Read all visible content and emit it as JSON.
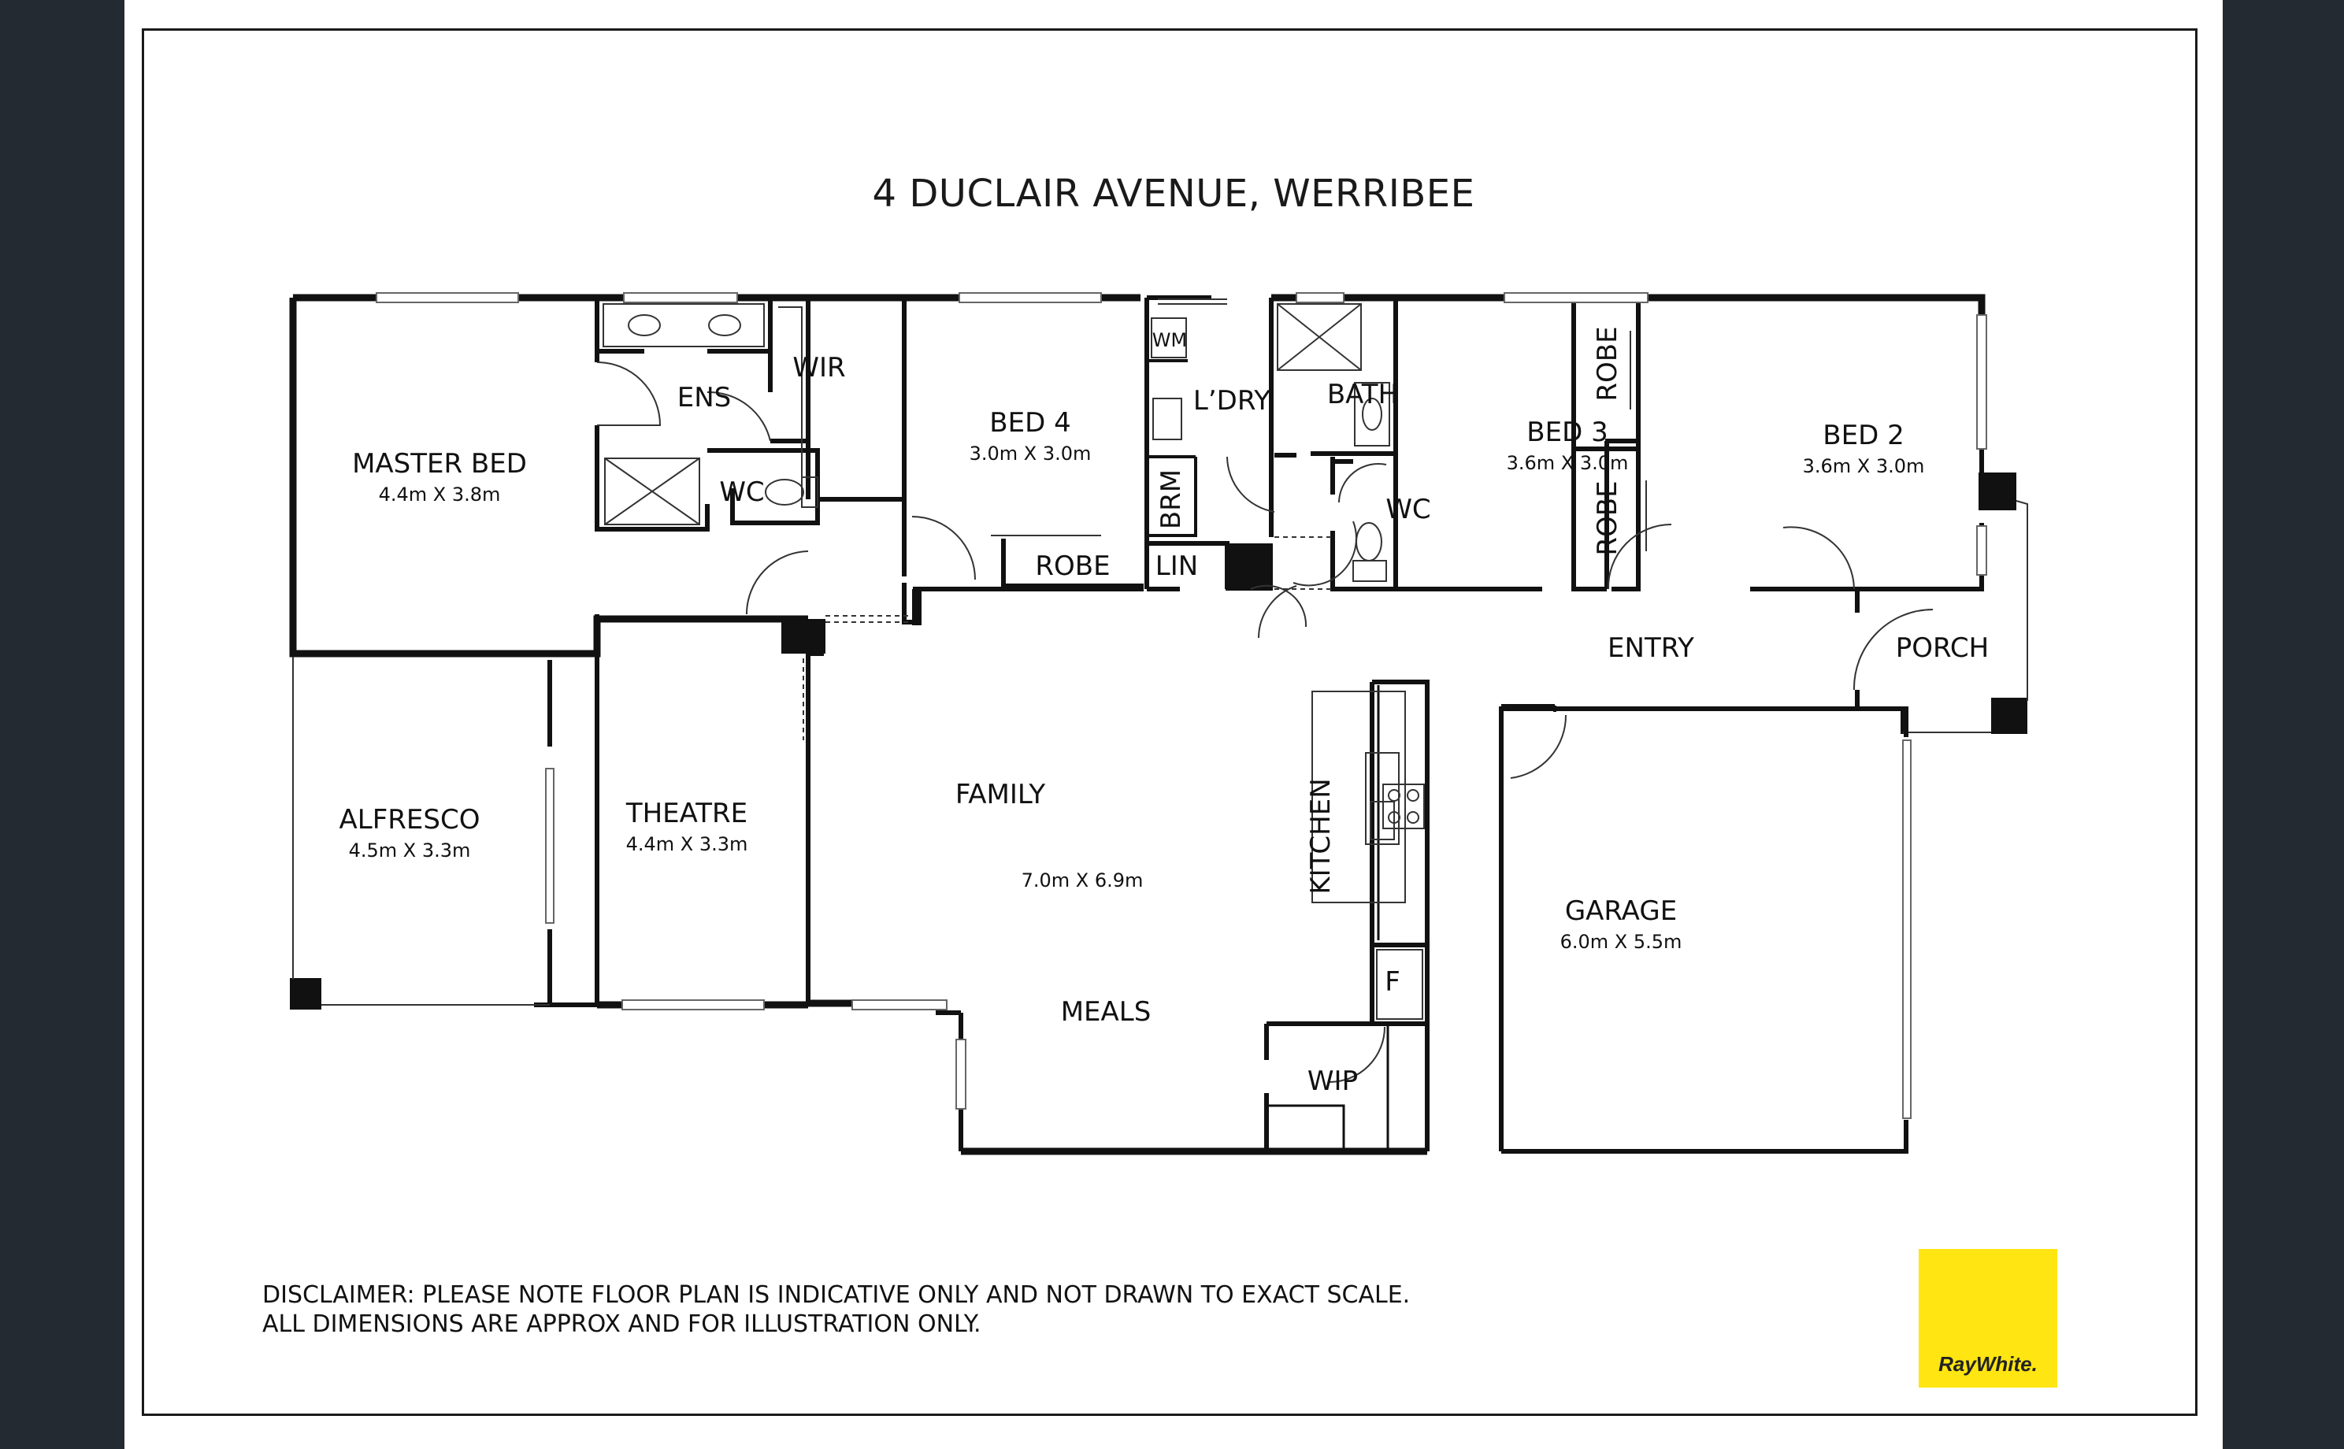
{
  "title": "4 DUCLAIR AVENUE, WERRIBEE",
  "rooms": {
    "master_bed": {
      "name": "MASTER BED",
      "size": "4.4m X 3.8m"
    },
    "ens": {
      "name": "ENS"
    },
    "wir": {
      "name": "WIR"
    },
    "wc_ens": {
      "name": "WC"
    },
    "bed4": {
      "name": "BED 4",
      "size": "3.0m X 3.0m"
    },
    "robe4": {
      "name": "ROBE"
    },
    "ldry": {
      "name": "L’DRY"
    },
    "wm": {
      "name": "WM"
    },
    "brm": {
      "name": "BRM"
    },
    "lin": {
      "name": "LIN"
    },
    "bath": {
      "name": "BATH"
    },
    "wc_bath": {
      "name": "WC"
    },
    "bed3": {
      "name": "BED 3",
      "size": "3.6m X 3.0m"
    },
    "robe3": {
      "name": "ROBE"
    },
    "robe2": {
      "name": "ROBE"
    },
    "bed2": {
      "name": "BED 2",
      "size": "3.6m X 3.0m"
    },
    "entry": {
      "name": "ENTRY"
    },
    "porch": {
      "name": "PORCH"
    },
    "alfresco": {
      "name": "ALFRESCO",
      "size": "4.5m X 3.3m"
    },
    "theatre": {
      "name": "THEATRE",
      "size": "4.4m X 3.3m"
    },
    "family": {
      "name": "FAMILY",
      "size": "7.0m X 6.9m"
    },
    "kitchen": {
      "name": "KITCHEN"
    },
    "fridge": {
      "name": "F"
    },
    "meals": {
      "name": "MEALS"
    },
    "wip": {
      "name": "WIP"
    },
    "garage": {
      "name": "GARAGE",
      "size": "6.0m X 5.5m"
    }
  },
  "disclaimer": {
    "line1": "DISCLAIMER: PLEASE NOTE FLOOR PLAN IS INDICATIVE ONLY AND NOT DRAWN TO EXACT SCALE.",
    "line2": "ALL DIMENSIONS ARE APPROX AND FOR ILLUSTRATION ONLY."
  },
  "logo": {
    "text": "RayWhite.",
    "color": "#ffe512"
  }
}
